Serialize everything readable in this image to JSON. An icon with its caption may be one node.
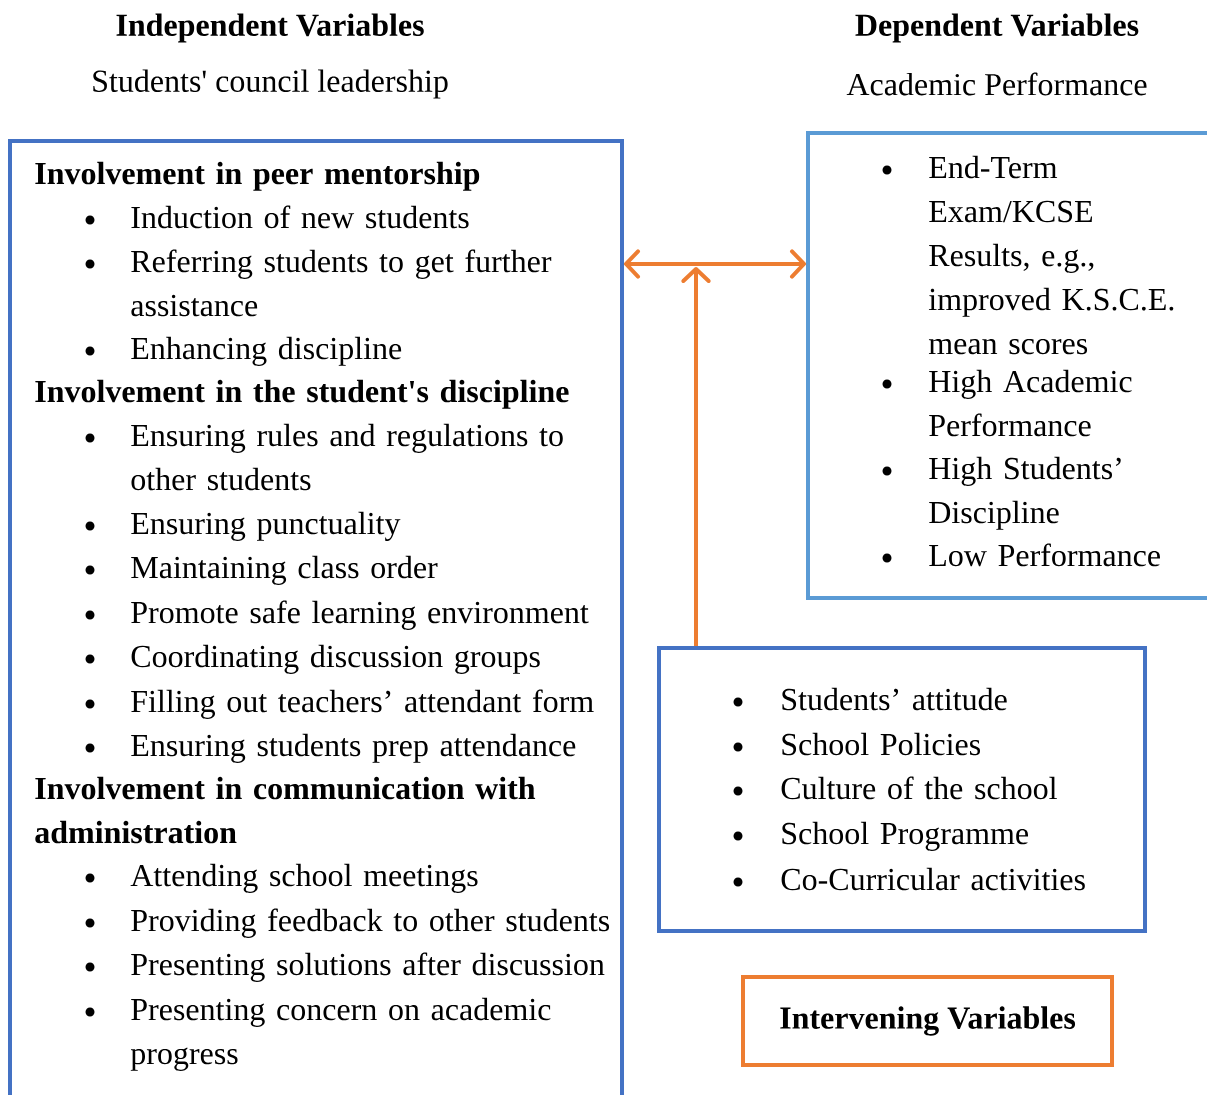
{
  "diagram": {
    "nodes": [
      {
        "text": [
          "Involvement in peer mentorship",
          "Induction of new students",
          "Referring students to get further assistance",
          "Enhancing discipline",
          "Involvement in the student's discipline",
          "Ensuring rules and regulations to other students",
          "Ensuring punctuality",
          "Maintaining class order",
          "Promote safe learning environment",
          "Coordinating discussion groups",
          "Filling out teachers’ attendant form",
          "Ensuring students prep attendance",
          "Involvement in communication with administration",
          "Attending school meetings",
          "Providing feedback to other students",
          "Presenting solutions after discussion",
          "Presenting concern on academic progress"
        ]
      },
      {
        "text": [
          "End-Term Exam/KCSE Results, e.g., improved K.S.C.E. mean scores",
          "High Academic Performance",
          "High Students’ Discipline",
          "Low Performance"
        ]
      },
      {
        "text": [
          "Students’ attitude",
          "School Policies",
          "Culture of the school",
          "School Programme",
          "Co-Curricular activities"
        ]
      },
      {
        "text": [
          "Intervening Variables"
        ]
      }
    ],
    "edges": [
      {
        "from": 0,
        "to": 1,
        "arrow": "both"
      },
      {
        "from": 2,
        "to": null,
        "arrow": "to"
      }
    ],
    "labels": [
      "Independent Variables",
      "Dependent Variables",
      "Students' council leadership",
      "Academic Performance"
    ]
  }
}
